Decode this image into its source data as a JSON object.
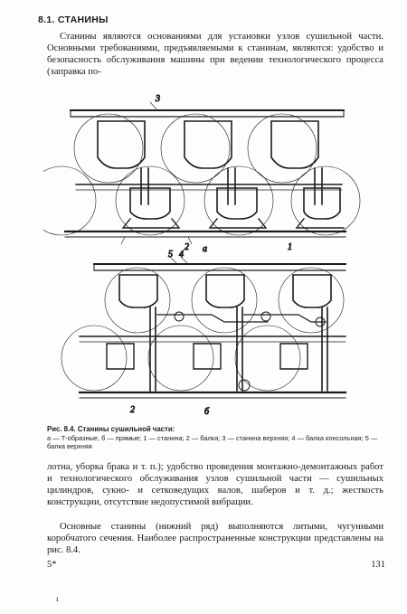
{
  "page": {
    "heading": "8.1. СТАНИНЫ",
    "paragraph_intro": "Станины являются основаниями для установки узлов сушильной части. Основными требованиями, предъявляемыми к станинам, являются: удобство и безопасность обслуживания машины при ведении технологического процесса (заправка по-",
    "figure": {
      "labels": {
        "a_num_3": "3",
        "a_num_2": "2",
        "a_letter": "а",
        "a_num_1": "1",
        "b_num_5": "5",
        "b_num_4": "4",
        "b_num_2": "2",
        "b_letter": "б"
      },
      "caption_title": "Рис. 8.4. Станины сушильной части:",
      "caption_text": "а — Т-образные, б — прямые; 1 — станина; 2 — балка; 3 — станина верхняя; 4 — балка консольная; 5 — балка верхняя"
    },
    "paragraph_cont": "лотна, уборка брака и т. п.); удобство проведения монтажно-демонтажных работ и технологического обслуживания узлов сушильной части — сушильных цилиндров, сукно- и сетковедущих валов, шаберов и т. д.; жесткость конструкции, отсутствие недопустимой вибрации.",
    "paragraph_last": "Основные станины (нижний ряд) выполняются литыми, чугунными коробчатого сечения. Наиболее распространенные конструкции представлены на рис. 8.4.",
    "footer_left": "5*",
    "footer_right": "131",
    "stray_mark": "ı"
  }
}
